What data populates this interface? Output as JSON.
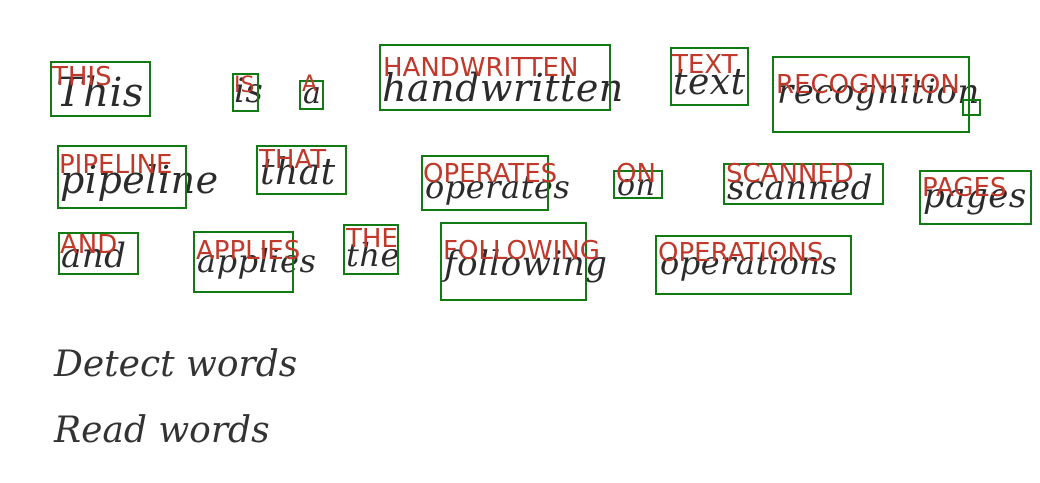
{
  "colors": {
    "box": "#127a12",
    "label": "#c0392b",
    "ink": "#2b2b2b"
  },
  "words": [
    {
      "ink": "This",
      "label": "THIS"
    },
    {
      "ink": "is",
      "label": "IS"
    },
    {
      "ink": "a",
      "label": "A"
    },
    {
      "ink": "handwritten",
      "label": "HANDWRITTEN"
    },
    {
      "ink": "text",
      "label": "TEXT"
    },
    {
      "ink": "recognition",
      "label": "RECOGNITION"
    },
    {
      "ink": "pipeline",
      "label": "PIPELINE"
    },
    {
      "ink": "that",
      "label": "THAT"
    },
    {
      "ink": "operates",
      "label": "OPERATES"
    },
    {
      "ink": "on",
      "label": "ON"
    },
    {
      "ink": "scanned",
      "label": "SCANNED"
    },
    {
      "ink": "pages",
      "label": "PAGES"
    },
    {
      "ink": "and",
      "label": "AND"
    },
    {
      "ink": "applies",
      "label": "APPLIES"
    },
    {
      "ink": "the",
      "label": "THE"
    },
    {
      "ink": "following",
      "label": "FOLLOWING"
    },
    {
      "ink": "operations",
      "label": "OPERATIONS"
    }
  ],
  "notes": [
    "Detect words",
    "Read words"
  ]
}
